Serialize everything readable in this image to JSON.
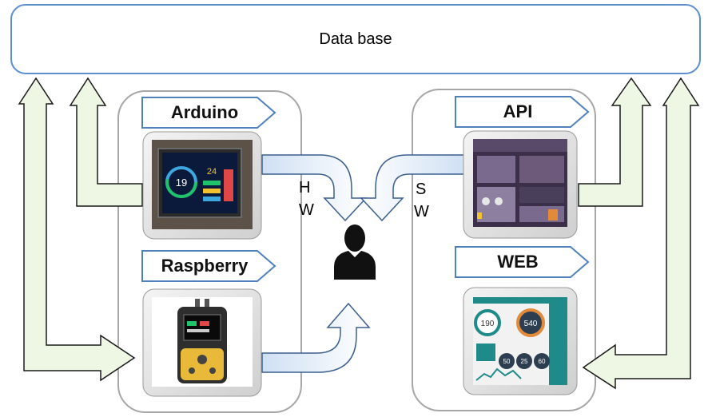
{
  "database": {
    "label": "Data base"
  },
  "hardware": {
    "group_label_top": "H",
    "group_label_bottom": "W",
    "arduino_label": "Arduino",
    "raspberry_label": "Raspberry"
  },
  "software": {
    "group_label_top": "S",
    "group_label_bottom": "W",
    "api_label": "API",
    "web_label": "WEB"
  },
  "devices": {
    "arduino_display": {
      "left_value": "19",
      "right_value": "24"
    },
    "dashboard": {
      "gauge_values": [
        "190",
        "540",
        "50",
        "25",
        "60"
      ]
    }
  },
  "colors": {
    "database_border": "#5b8fd0",
    "tag_border": "#4f81bd",
    "flow_arrow_fill": "#dbe8f6",
    "flow_arrow_stroke": "#3a5f8f",
    "sync_arrow_fill": "#eef6e4",
    "sync_arrow_stroke": "#1a1a1a",
    "group_border": "#a6a6a6"
  }
}
